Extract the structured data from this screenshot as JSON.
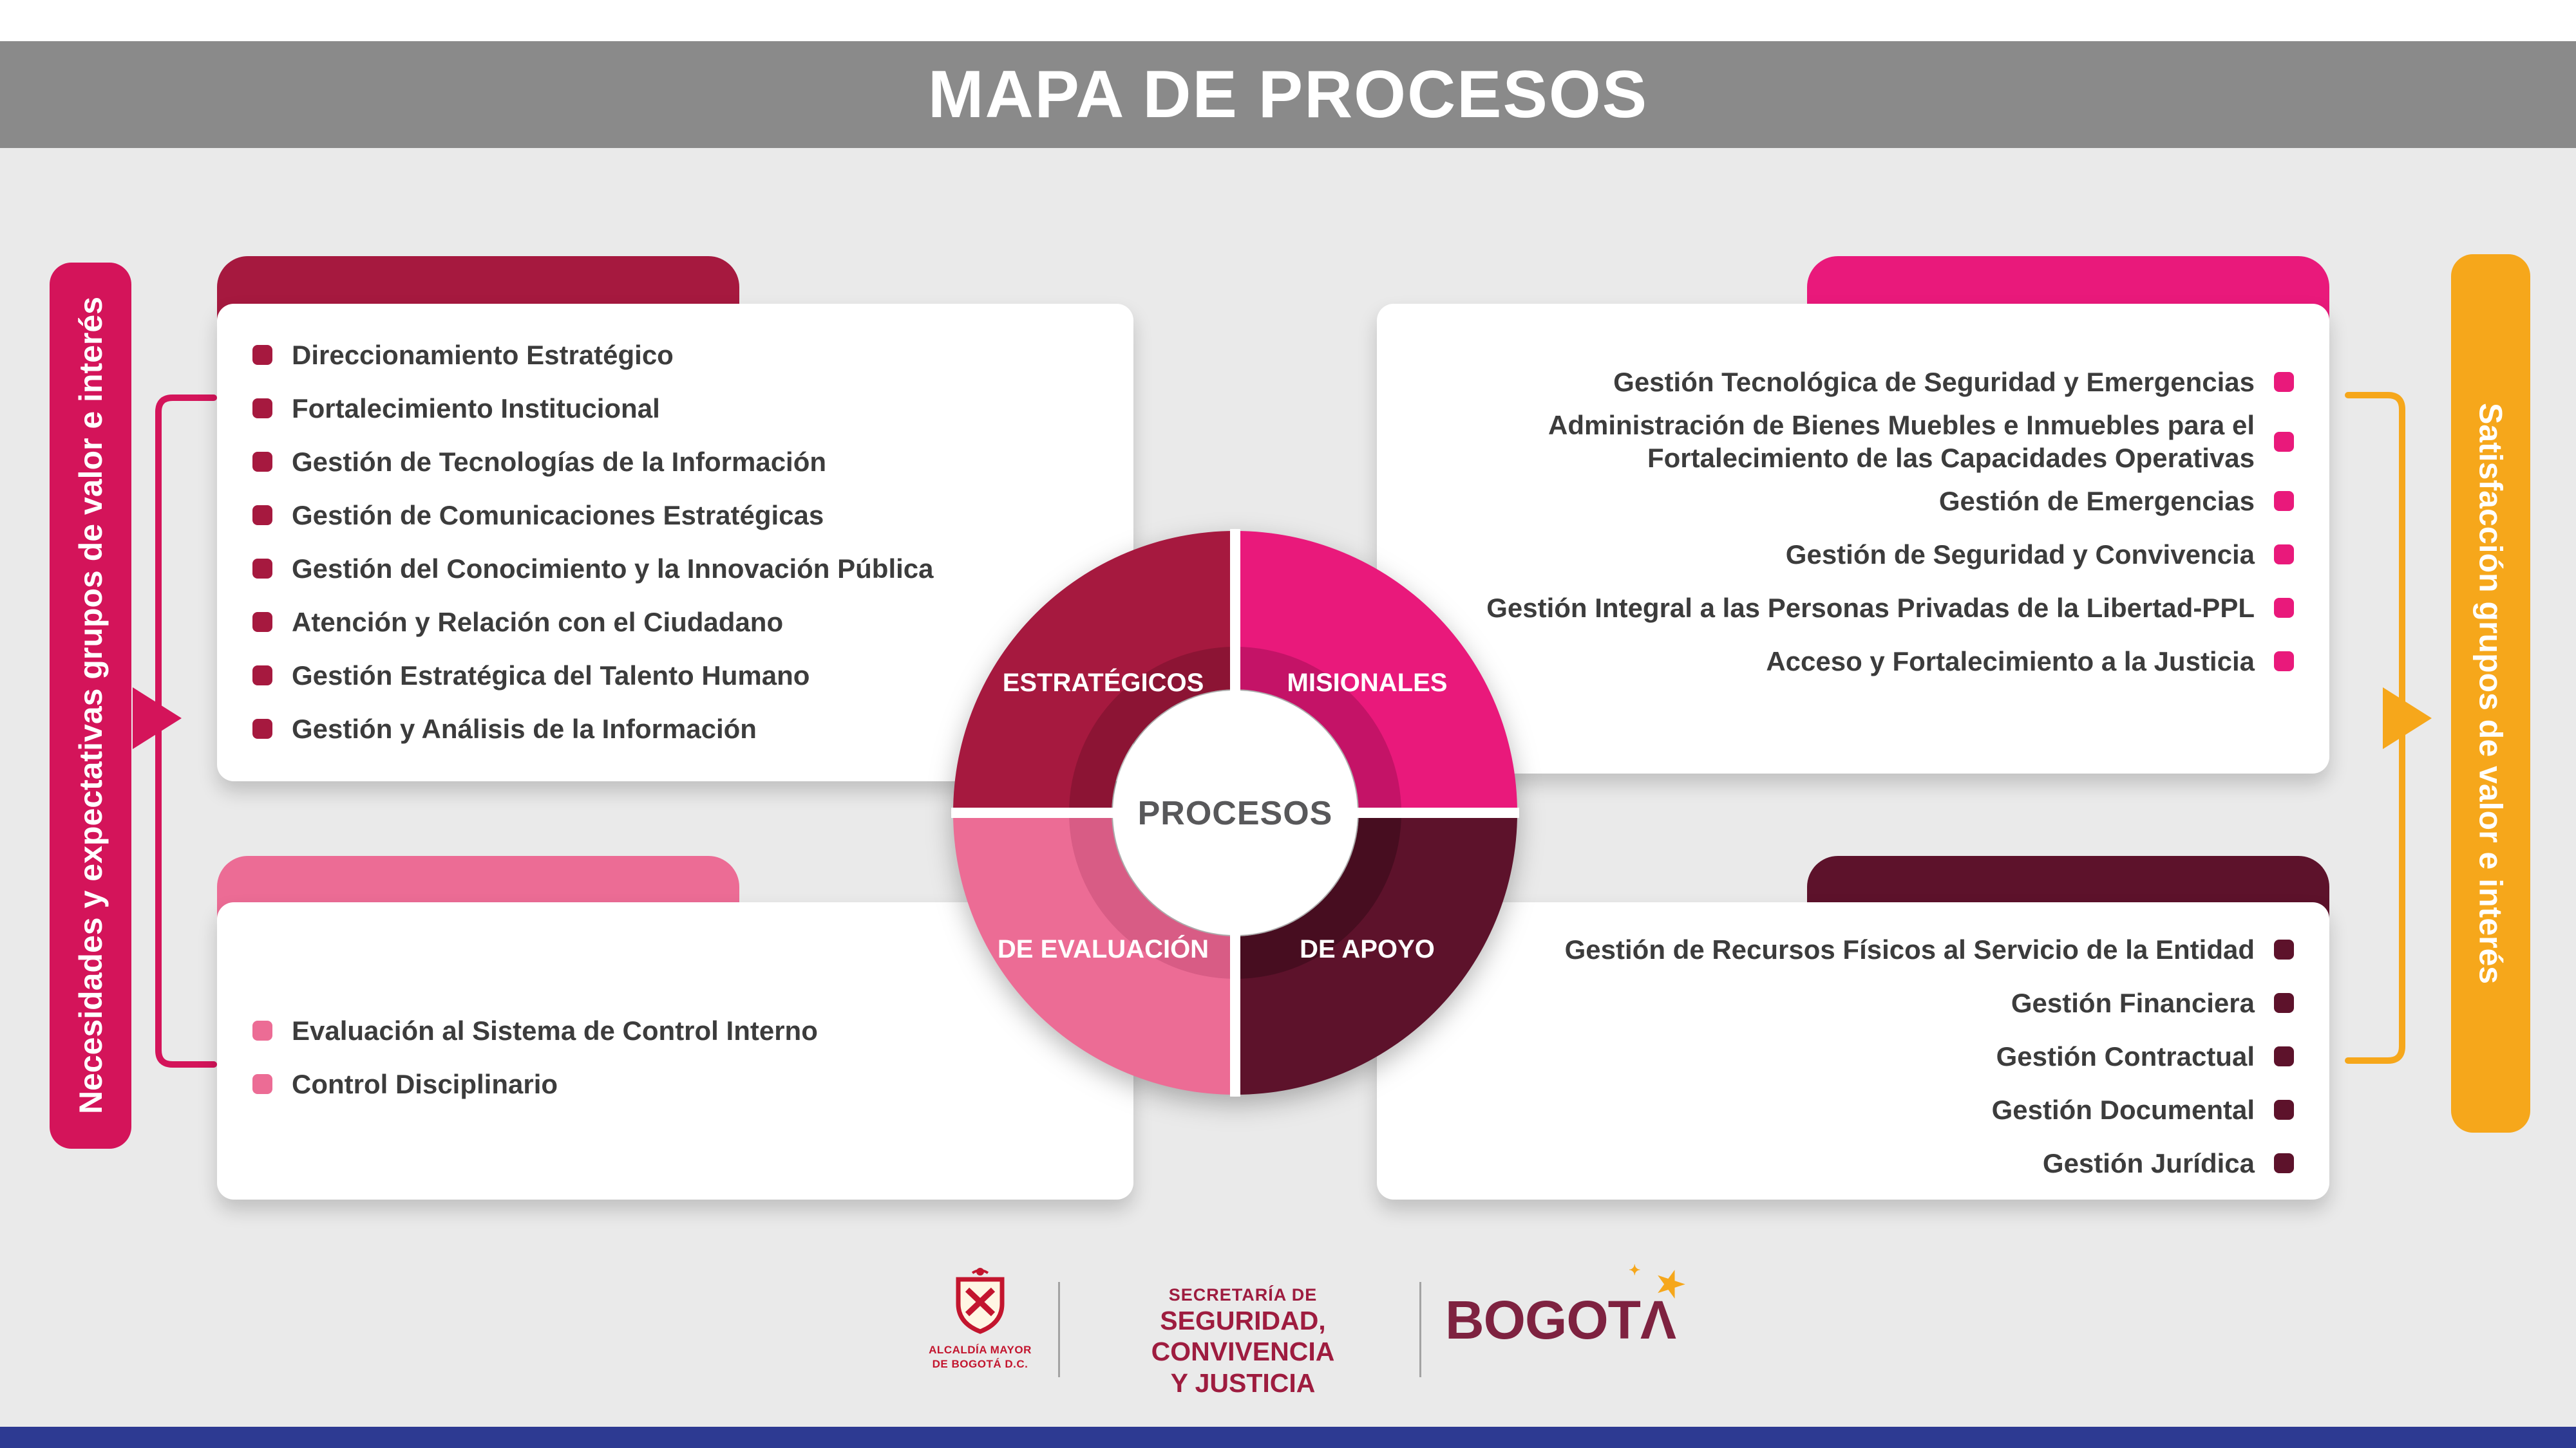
{
  "colors": {
    "header_bg": "#8A8A8A",
    "background": "#EAEAEA",
    "left_bar": "#D4145A",
    "right_bar": "#F6A71B",
    "bottom_bar": "#2D3A92",
    "bogota_wordmark": "#7E2240"
  },
  "header": {
    "title": "MAPA DE PROCESOS"
  },
  "left_bar": {
    "label": "Necesidades y expectativas grupos de valor e interés"
  },
  "right_bar": {
    "label": "Satisfacción grupos de valor e interés"
  },
  "donut": {
    "center_label": "PROCESOS",
    "quadrants": {
      "estrategicos": {
        "label": "ESTRATÉGICOS",
        "color": "#A6193F",
        "inner_color": "#8C1434"
      },
      "misionales": {
        "label": "MISIONALES",
        "color": "#E9197B",
        "inner_color": "#C41367"
      },
      "evaluacion": {
        "label": "DE EVALUACIÓN",
        "color": "#EC6C95",
        "inner_color": "#D85C85"
      },
      "apoyo": {
        "label": "DE APOYO",
        "color": "#5D122B",
        "inner_color": "#470D20"
      }
    }
  },
  "cards": {
    "estrategicos": {
      "items": [
        "Direccionamiento Estratégico",
        "Fortalecimiento Institucional",
        "Gestión de Tecnologías de la Información",
        "Gestión de Comunicaciones Estratégicas",
        "Gestión del Conocimiento y la Innovación Pública",
        "Atención y Relación con el Ciudadano",
        "Gestión Estratégica del Talento Humano",
        "Gestión y Análisis de la Información"
      ]
    },
    "misionales": {
      "items": [
        "Gestión Tecnológica de Seguridad y Emergencias",
        "Administración de Bienes Muebles e Inmuebles para el Fortalecimiento de las Capacidades Operativas",
        "Gestión de Emergencias",
        "Gestión de Seguridad y Convivencia",
        "Gestión Integral a las Personas Privadas de la Libertad-PPL",
        "Acceso y Fortalecimiento a la Justicia"
      ]
    },
    "evaluacion": {
      "items": [
        "Evaluación al Sistema de Control Interno",
        "Control Disciplinario"
      ]
    },
    "apoyo": {
      "items": [
        "Gestión de Recursos Físicos al Servicio de la Entidad",
        "Gestión Financiera",
        "Gestión Contractual",
        "Gestión Documental",
        "Gestión Jurídica"
      ]
    }
  },
  "footer": {
    "alcaldia": {
      "line1": "ALCALDÍA MAYOR",
      "line2": "DE BOGOTÁ D.C."
    },
    "secretaria": {
      "line1": "SECRETARÍA DE",
      "line2": "SEGURIDAD, CONVIVENCIA",
      "line3": "Y JUSTICIA"
    },
    "bogota": {
      "word": "BOGOT",
      "last_letter": "Λ"
    }
  }
}
